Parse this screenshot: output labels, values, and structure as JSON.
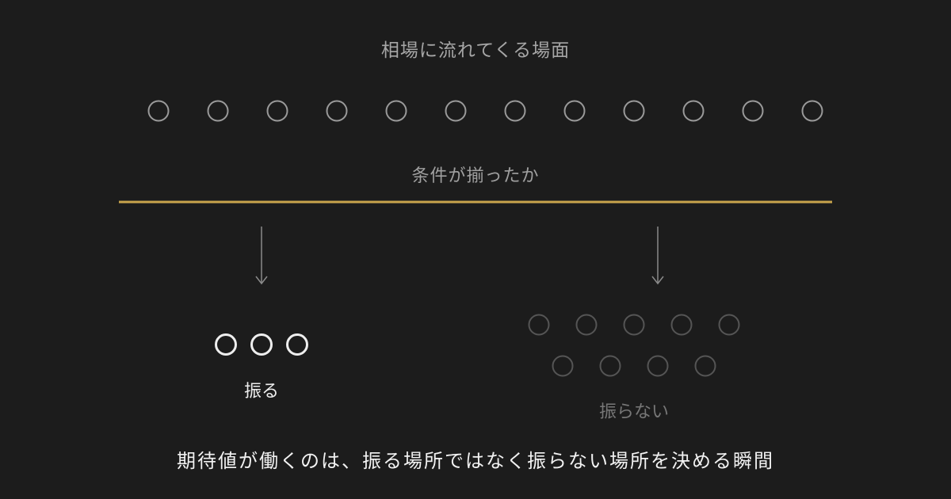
{
  "diagram": {
    "top_label": "相場に流れてくる場面",
    "filter_label": "条件が揃ったか",
    "swing_label": "振る",
    "no_swing_label": "振らない",
    "bottom_message": "期待値が働くのは、振る場所ではなく振らない場所を決める瞬間"
  },
  "counts": {
    "incoming_scenes": 12,
    "swing_scenes": 3,
    "no_swing_row_1": 5,
    "no_swing_row_2": 4
  },
  "colors": {
    "background": "#1c1c1c",
    "filter_line": "#c9a44c",
    "incoming_circle": "#9a9a9a",
    "swing_circle": "#eeeeee",
    "no_swing_circle": "#555555",
    "arrow": "#8a8a8a"
  }
}
